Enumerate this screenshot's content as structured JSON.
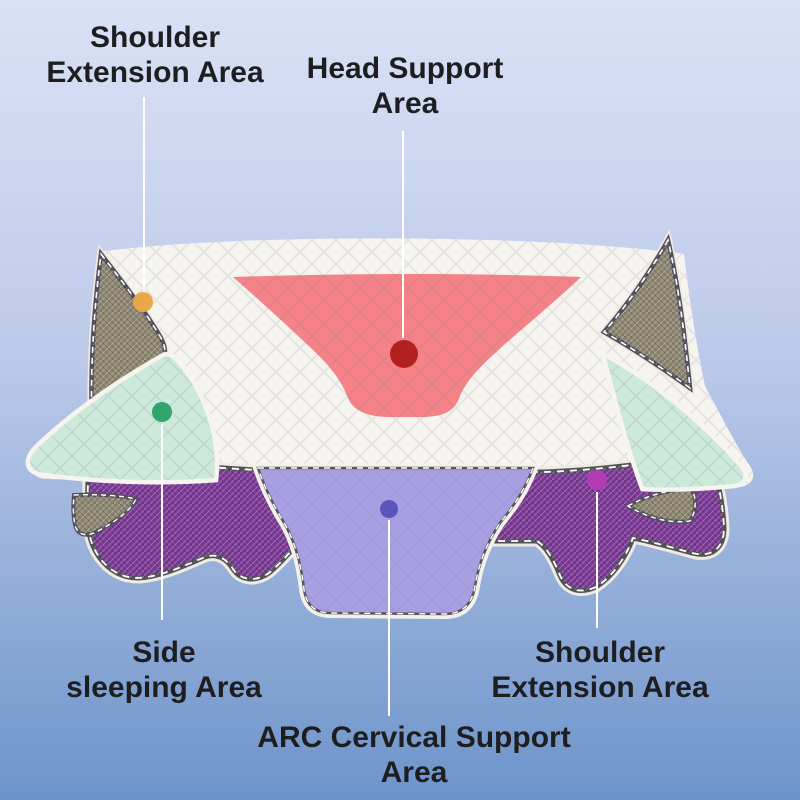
{
  "background": {
    "top": "#d9e2f5",
    "bottom": "#6d94ca"
  },
  "annotations": [
    {
      "id": "shoulder-extension-top-left",
      "line1": "Shoulder",
      "line2": "Extension Area",
      "dot_color": "#e9a847"
    },
    {
      "id": "head-support",
      "line1": "Head Support",
      "line2": "Area",
      "dot_color": "#b2201f"
    },
    {
      "id": "side-sleeping",
      "line1": "Side",
      "line2": "sleeping Area",
      "dot_color": "#2fa56a"
    },
    {
      "id": "arc-cervical-support",
      "line1": "ARC Cervical Support",
      "line2": "Area",
      "dot_color": "#5c54bd"
    },
    {
      "id": "shoulder-extension-bottom-right",
      "line1": "Shoulder",
      "line2": "Extension Area",
      "dot_color": "#b23ab5"
    }
  ],
  "pillow": {
    "colors": {
      "fabric_white": "#f6f4ef",
      "head_zone_coral": "#f48287",
      "side_zone_mint": "#cde9da",
      "cervical_zone_lavender": "#a89fe3",
      "shoulder_mesh_purple": "#7b3a95",
      "corner_olive": "#8d8770",
      "stitch_grey": "#53505c",
      "stitch_white": "#ffffff",
      "leader_line": "#ffffff",
      "label_text": "#1e1e20"
    }
  }
}
